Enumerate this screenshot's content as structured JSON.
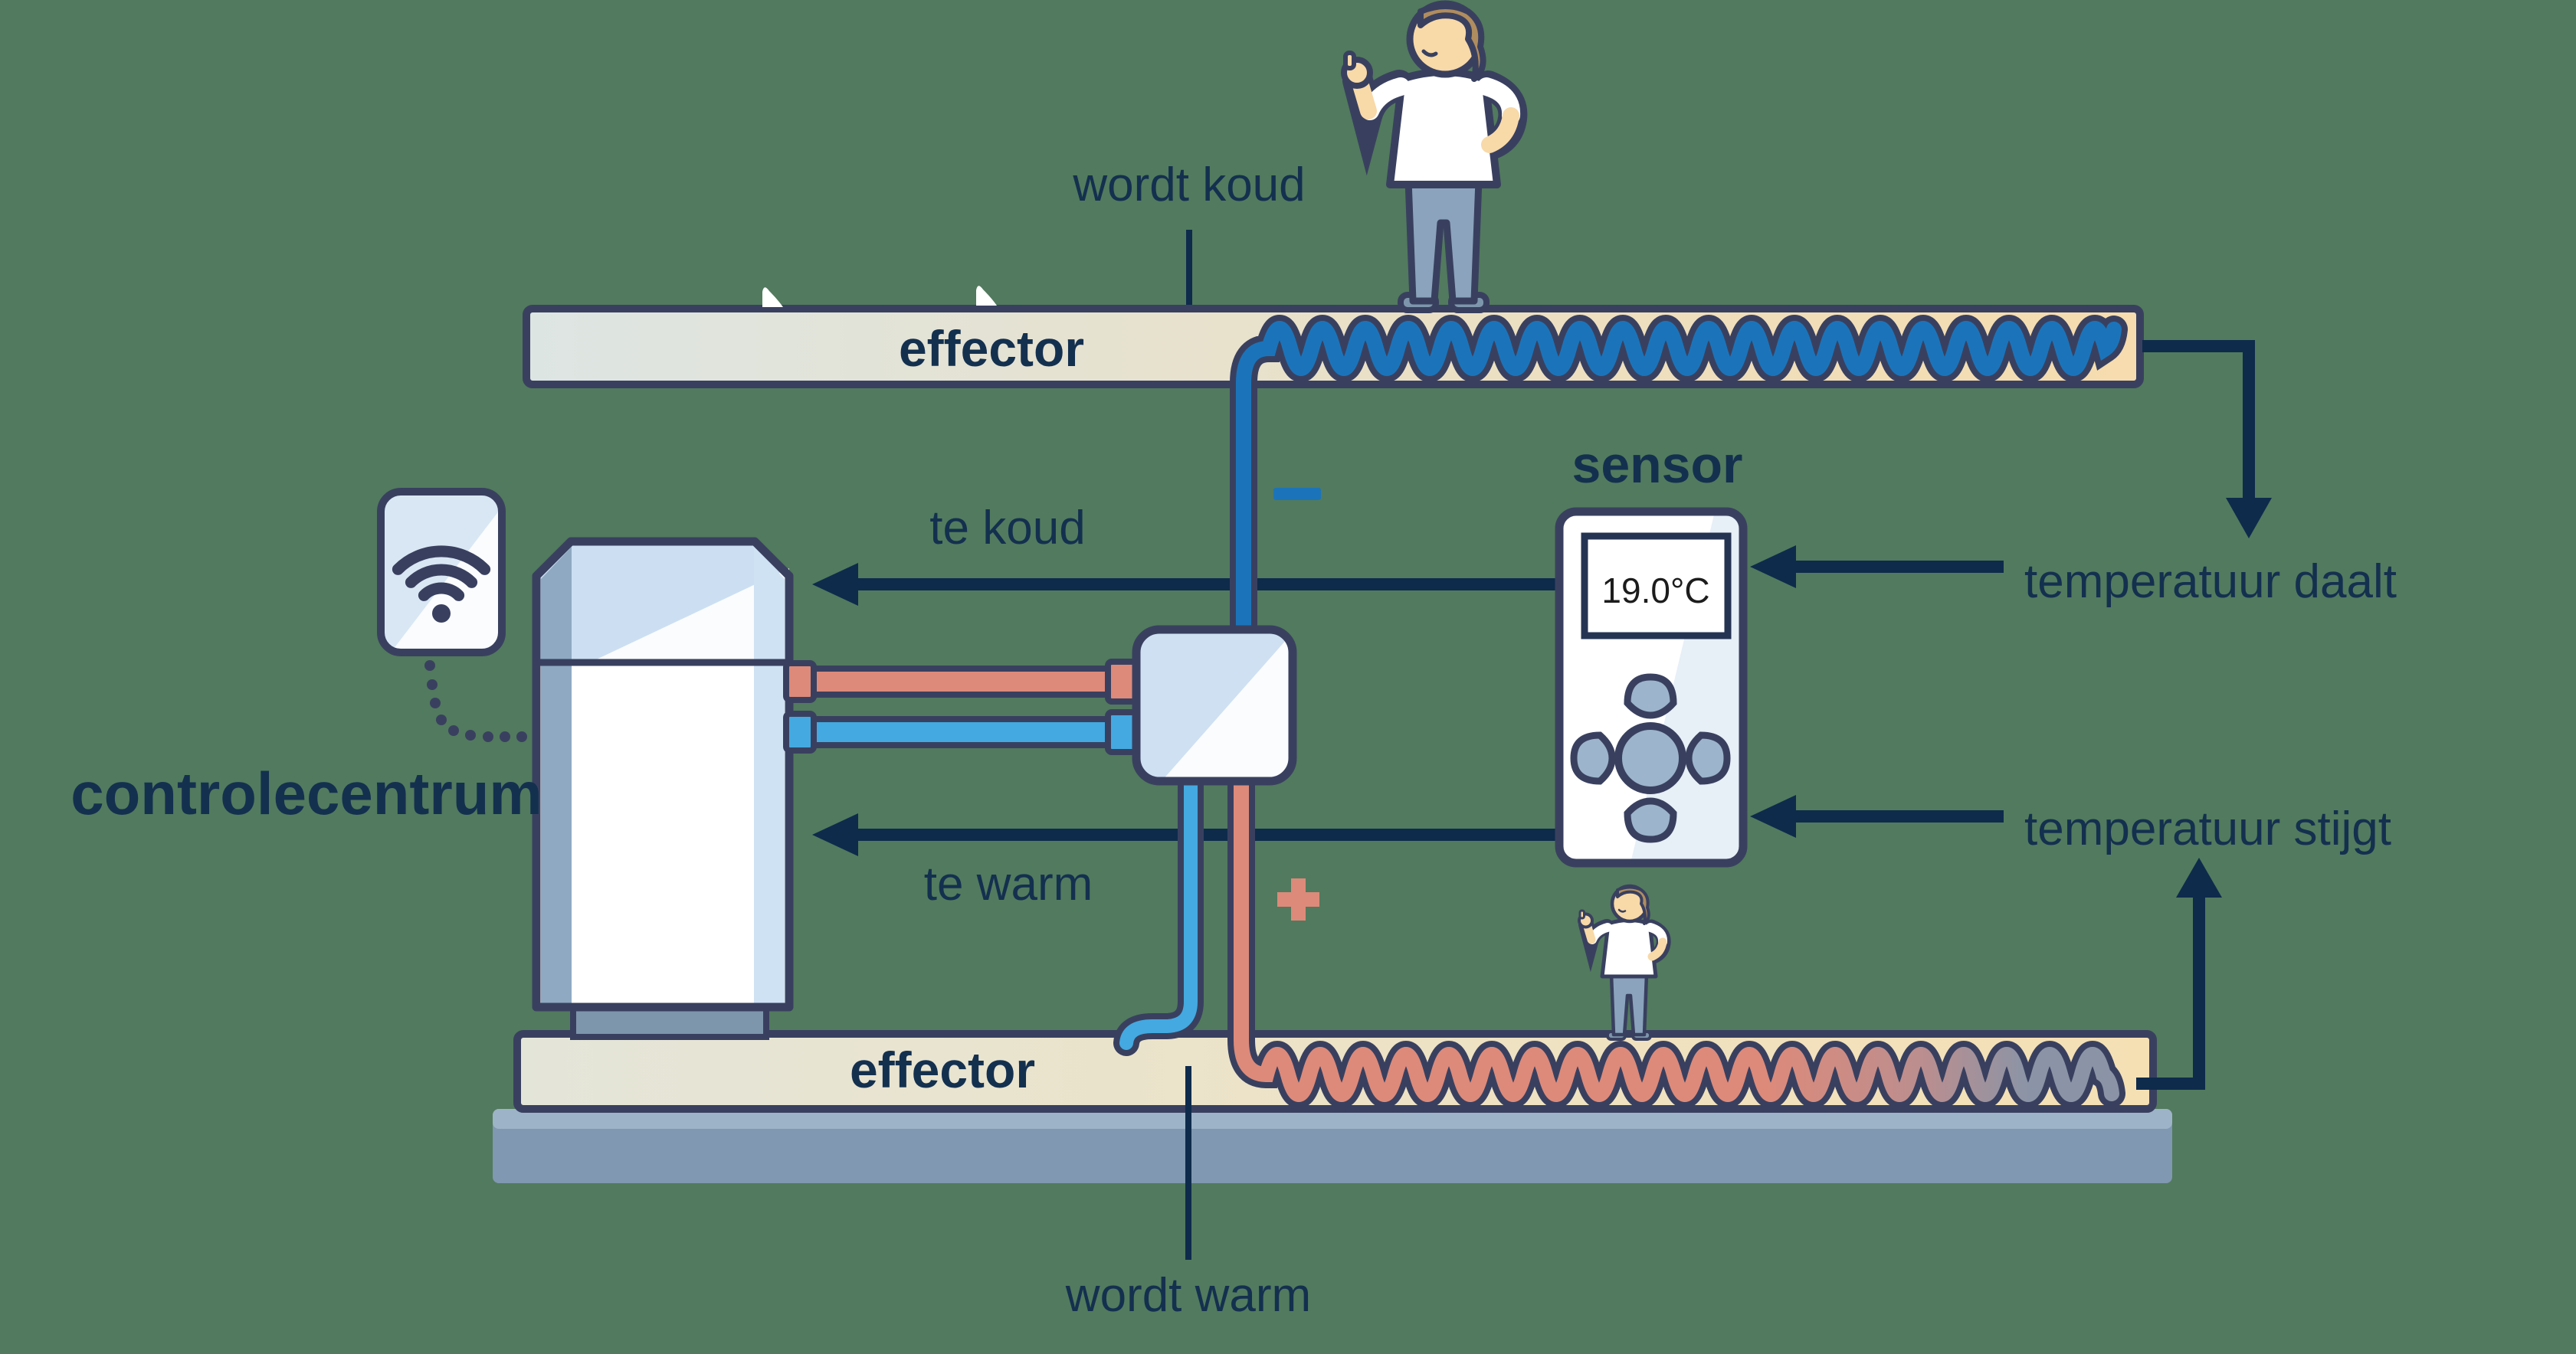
{
  "diagram": {
    "labels": {
      "wordt_koud": "wordt koud",
      "te_koud": "te koud",
      "te_warm": "te warm",
      "wordt_warm": "wordt warm",
      "temperatuur_daalt": "temperatuur daalt",
      "temperatuur_stijgt": "temperatuur stijgt",
      "sensor": "sensor",
      "controlecentrum": "controlecentrum",
      "effector_top": "effector",
      "effector_bottom": "effector"
    },
    "sensor": {
      "display_value": "19.0°C"
    },
    "icons": {
      "wifi": "wifi-icon",
      "minus": "minus-icon",
      "plus": "plus-icon"
    },
    "colors": {
      "background": "#527a5e",
      "outline": "#39405f",
      "arrow_navy": "#0e2b4c",
      "cold": "#1b74ba",
      "cold_light": "#44a9e0",
      "warm": "#dd8a7a",
      "warm_gray_end": "#8b94a6"
    }
  }
}
